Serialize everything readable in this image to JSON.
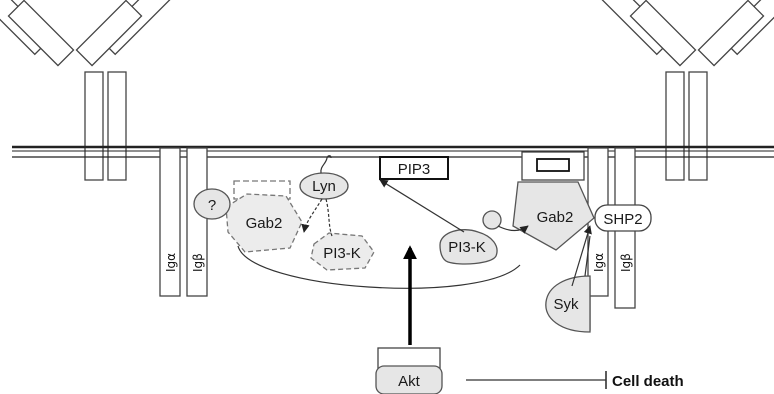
{
  "labels": {
    "question": "?",
    "gab2_left": "Gab2",
    "lyn": "Lyn",
    "pi3k_left": "PI3-K",
    "pip3": "PIP3",
    "pi3k_right": "PI3-K",
    "gab2_right": "Gab2",
    "shp2": "SHP2",
    "syk": "Syk",
    "akt": "Akt",
    "cell_death": "Cell death",
    "ig_alpha_left": "Igα",
    "ig_beta_left": "Igβ",
    "ig_alpha_right": "Igα",
    "ig_beta_right": "Igβ"
  },
  "colors": {
    "shape_fill": "#e6e6e6",
    "outline": "#555555",
    "membrane": "#222222"
  }
}
